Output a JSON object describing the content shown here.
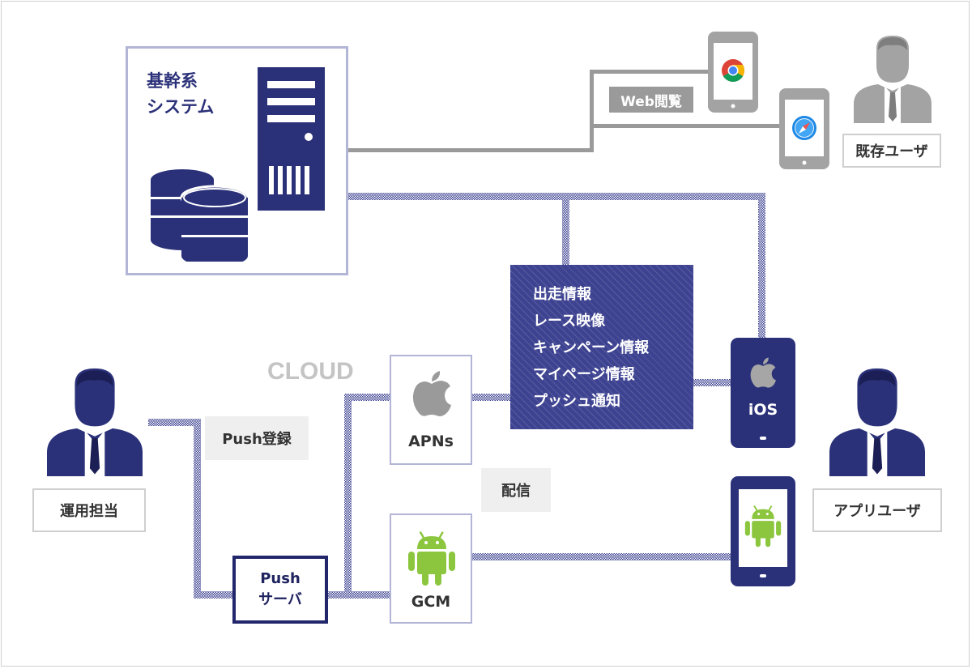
{
  "core_system": {
    "label_line1": "基幹系",
    "label_line2": "システム"
  },
  "web_browsing": {
    "label": "Web閲覧"
  },
  "existing_user": {
    "label": "既存ユーザ"
  },
  "info_panel": {
    "lines": [
      "出走情報",
      "レース映像",
      "キャンペーン情報",
      "マイページ情報",
      "プッシュ通知"
    ]
  },
  "cloud": {
    "label": "CLOUD"
  },
  "apns": {
    "label": "APNs"
  },
  "gcm": {
    "label": "GCM"
  },
  "ios_device": {
    "label": "iOS"
  },
  "app_user": {
    "label": "アプリユーザ"
  },
  "operator": {
    "label": "運用担当"
  },
  "push_registration": {
    "label": "Push登録"
  },
  "delivery": {
    "label": "配信"
  },
  "push_server": {
    "label_line1": "Push",
    "label_line2": "サーバ"
  },
  "colors": {
    "navy": "#2b3179",
    "dotted_line": "#3e4391",
    "grey_line": "#9a9a9a",
    "android_green": "#8cc63f",
    "apple_grey": "#9a9a9a"
  }
}
